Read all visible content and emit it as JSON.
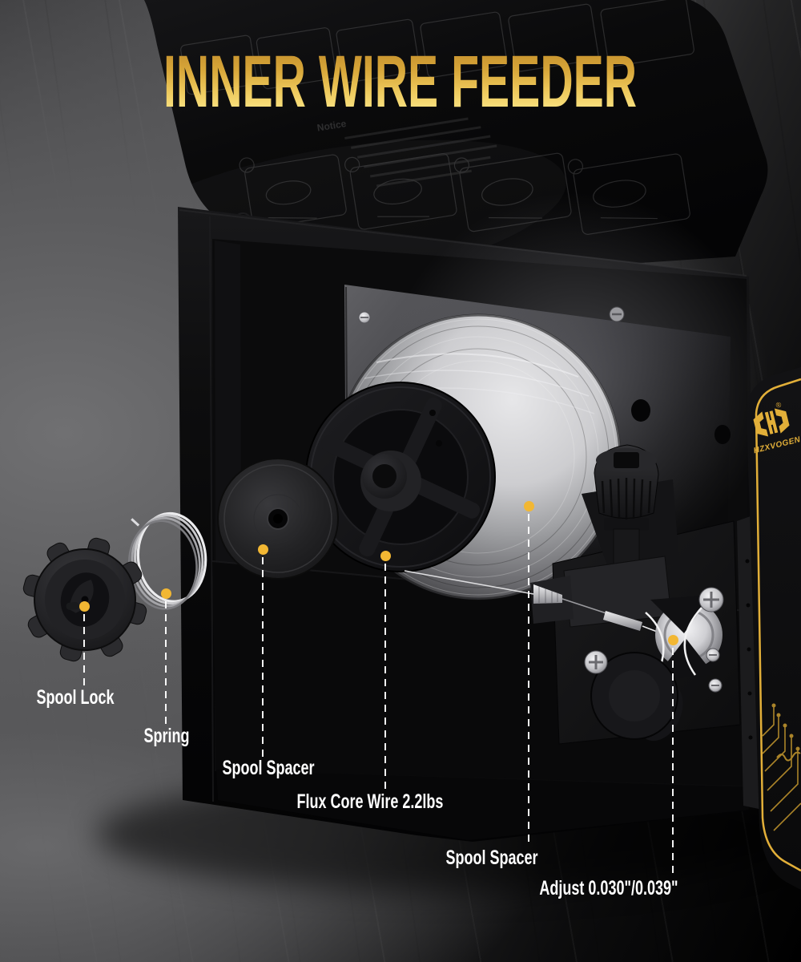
{
  "title": "INNER WIRE FEEDER",
  "brand": {
    "name": "HZXVOGEN",
    "registered_mark": "®"
  },
  "lid_panel": {
    "notice_label": "Notice"
  },
  "callouts": [
    {
      "id": "spool-lock",
      "label": "Spool Lock"
    },
    {
      "id": "spring",
      "label": "Spring"
    },
    {
      "id": "spool-spacer-left",
      "label": "Spool Spacer"
    },
    {
      "id": "flux-core-wire",
      "label": "Flux Core Wire 2.2lbs"
    },
    {
      "id": "spool-spacer-right",
      "label": "Spool Spacer"
    },
    {
      "id": "adjust-tension",
      "label": "Adjust 0.030\"/0.039\""
    }
  ],
  "colors": {
    "accent_gold": "#F2B733",
    "panel_line_yellow": "#E2AF39",
    "label_white": "#FFFFFF",
    "title_top": "#C08A2A",
    "title_bottom": "#FFEA96",
    "machine_black": "#0B0B0C",
    "floor_gray": "#646466"
  }
}
